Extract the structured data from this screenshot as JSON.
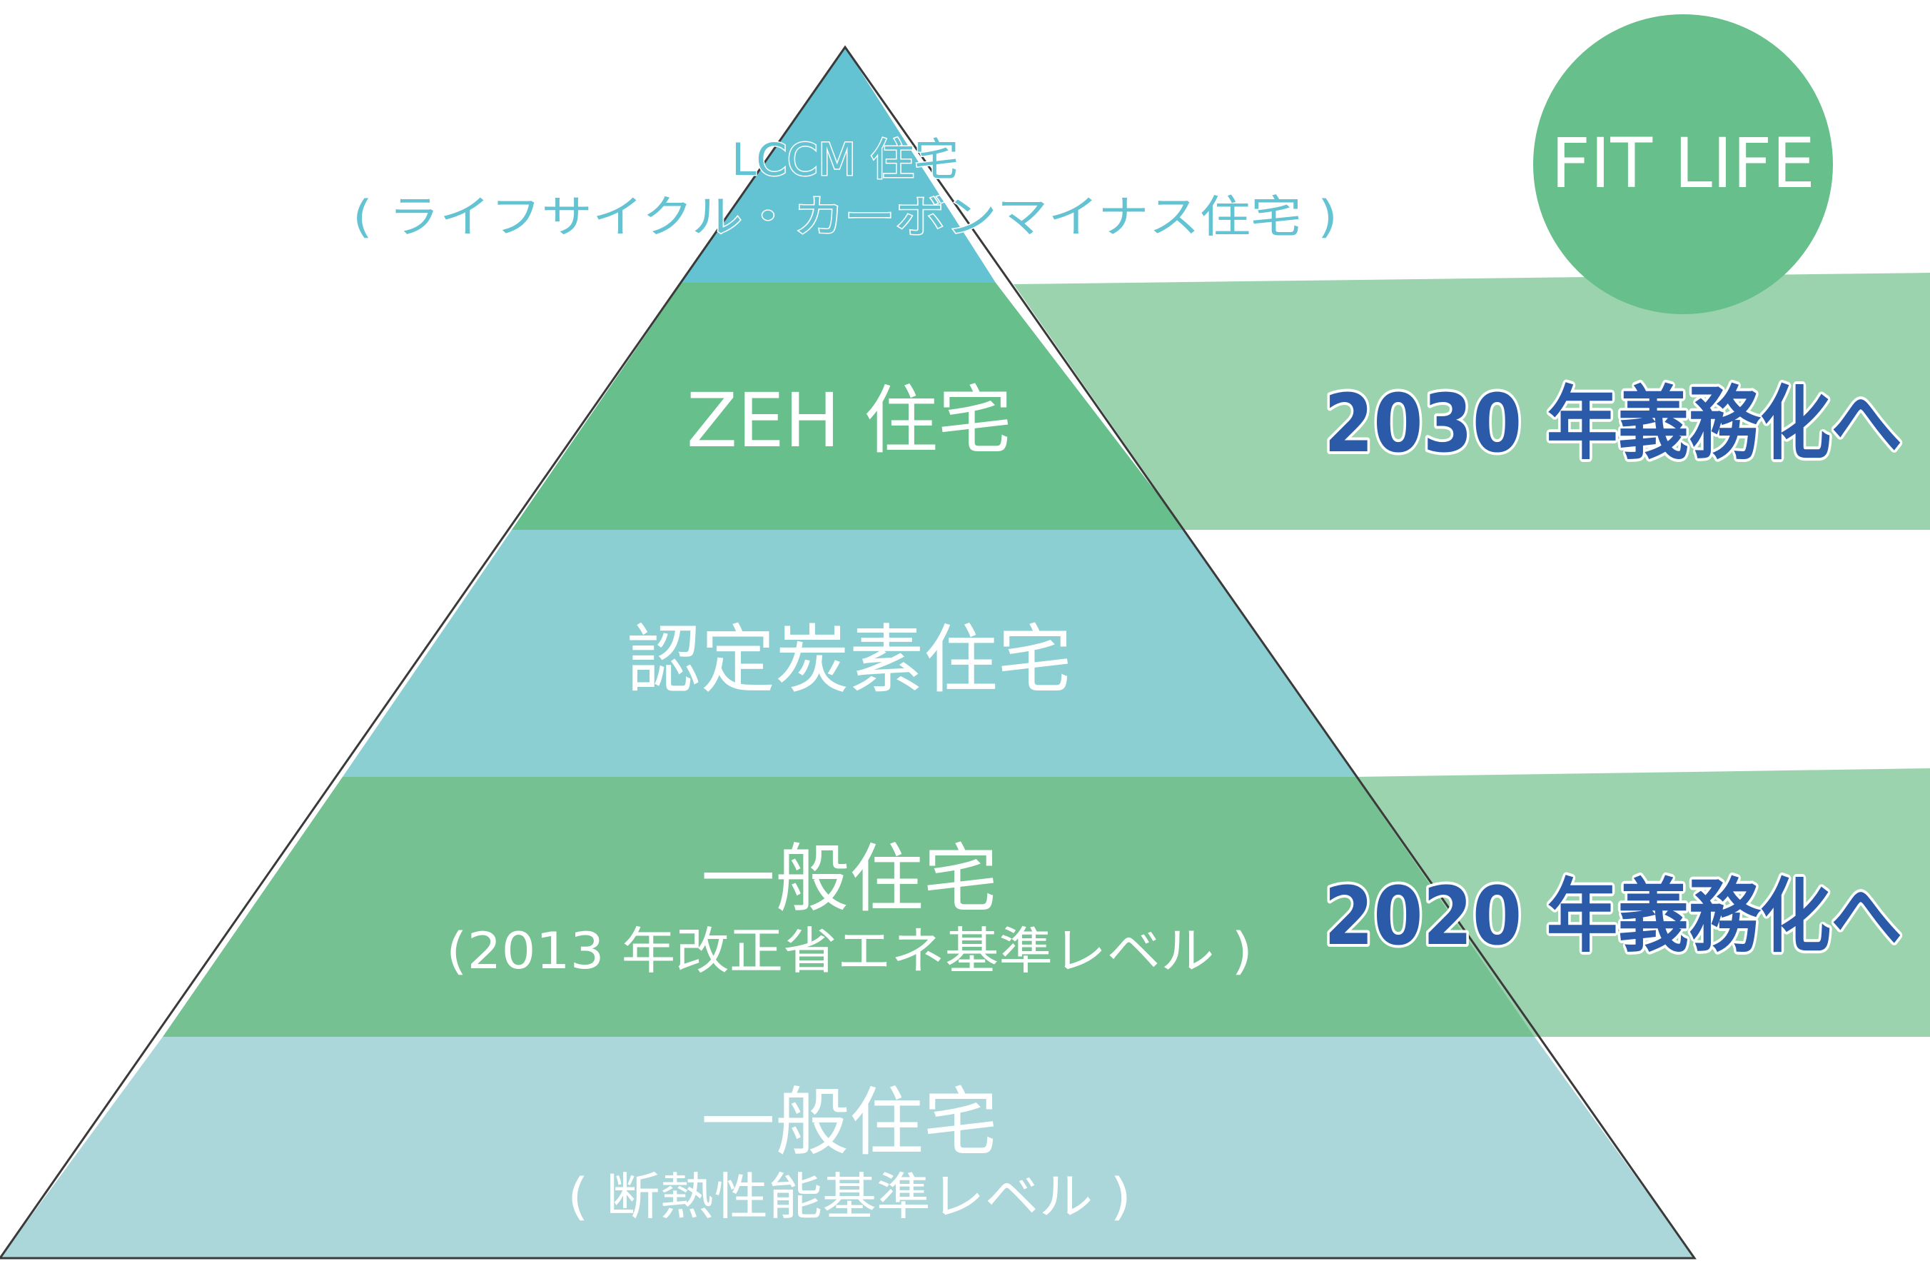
{
  "diagram": {
    "badge": {
      "label": "FIT LIFE",
      "color": "#67bf8b"
    },
    "tiers": [
      {
        "id": "lccm",
        "title": "LCCM 住宅",
        "subtitle": "( ライフサイクル・カーボンマイナス住宅 )",
        "color": "#63c3d2"
      },
      {
        "id": "zeh",
        "title": "ZEH 住宅",
        "subtitle": "",
        "color": "#67bf8b"
      },
      {
        "id": "certified",
        "title": "認定炭素住宅",
        "subtitle": "",
        "color": "#8ccfd3"
      },
      {
        "id": "general-2013",
        "title": "一般住宅",
        "subtitle": "(2013 年改正省エネ基準レベル )",
        "color": "#75c192"
      },
      {
        "id": "general-insulation",
        "title": "一般住宅",
        "subtitle": "( 断熱性能基準レベル )",
        "color": "#acd7da"
      }
    ],
    "mandates": [
      {
        "label": "2030 年義務化へ",
        "color": "#9bd3ae"
      },
      {
        "label": "2020 年義務化へ",
        "color": "#9bd3ae"
      }
    ],
    "text_color_mandate": "#2a5aa8"
  }
}
